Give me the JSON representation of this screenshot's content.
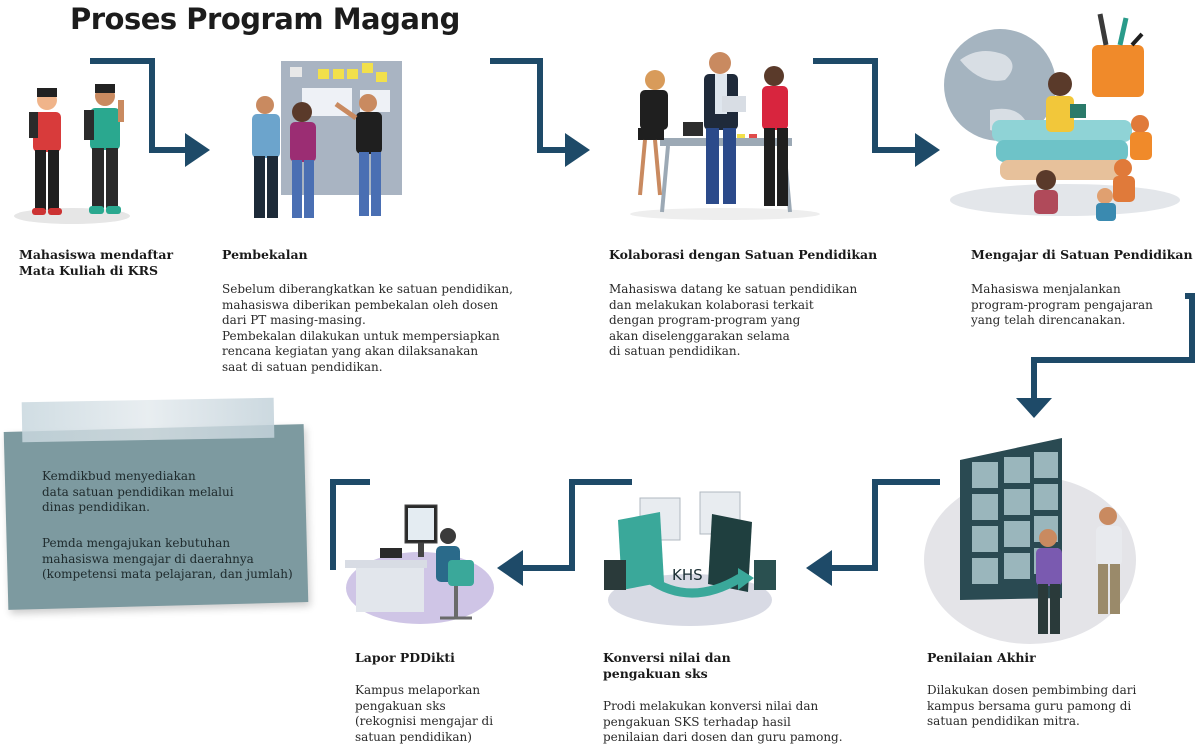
{
  "title": "Proses Program Magang",
  "steps": [
    {
      "title": "Mahasiswa mendaftar\nMata Kuliah di KRS",
      "desc": ""
    },
    {
      "title": "Pembekalan",
      "desc": "Sebelum diberangkatkan ke satuan pendidikan,\nmahasiswa diberikan pembekalan oleh dosen\ndari PT masing-masing.\nPembekalan dilakukan untuk mempersiapkan\nrencana kegiatan yang akan dilaksanakan\nsaat di satuan pendidikan."
    },
    {
      "title": "Kolaborasi dengan Satuan Pendidikan",
      "desc": "Mahasiswa datang ke satuan pendidikan\ndan melakukan kolaborasi terkait\ndengan program-program yang\nakan diselenggarakan selama\ndi satuan pendidikan."
    },
    {
      "title": "Mengajar di Satuan Pendidikan",
      "desc": "Mahasiswa menjalankan\nprogram-program pengajaran\nyang telah direncanakan."
    },
    {
      "title": "Penilaian Akhir",
      "desc": "Dilakukan dosen pembimbing dari\nkampus bersama guru pamong di\nsatuan pendidikan mitra."
    },
    {
      "title": "Konversi nilai dan\npengakuan sks",
      "desc": "Prodi melakukan konversi nilai dan\npengakuan SKS terhadap hasil\npenilaian dari dosen dan guru pamong."
    },
    {
      "title": "Lapor PDDikti",
      "desc": "Kampus melaporkan\npengakuan sks\n(rekognisi mengajar di\nsatuan pendidikan)"
    }
  ],
  "note": {
    "para1": "Kemdikbud menyediakan\ndata satuan pendidikan melalui\ndinas pendidikan.",
    "para2": "Pemda mengajukan kebutuhan\nmahasiswa mengajar di daerahnya\n(kompetensi mata pelajaran, dan jumlah)"
  },
  "khs_label": "KHS",
  "colors": {
    "arrow": "#1e4a68",
    "note": "#7d9aa0",
    "platform": "#d8d8e4",
    "purple": "#cfc5e6"
  }
}
